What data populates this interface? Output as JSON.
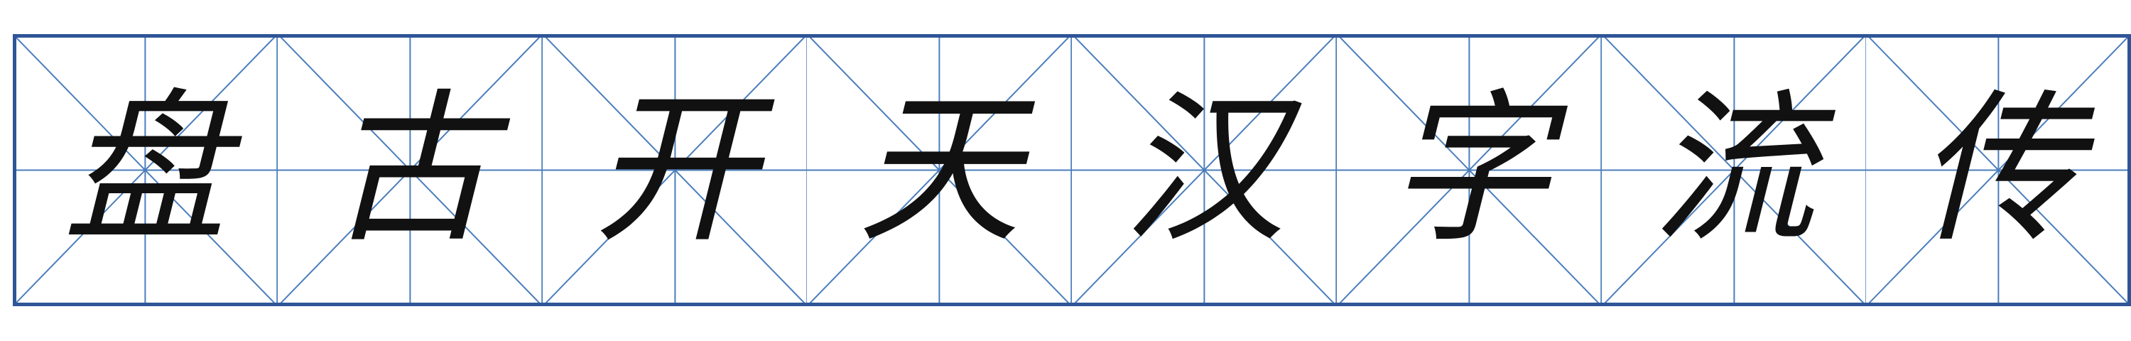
{
  "characters": [
    {
      "char": "盘"
    },
    {
      "char": "古"
    },
    {
      "char": "开"
    },
    {
      "char": "天"
    },
    {
      "char": "汉"
    },
    {
      "char": "字"
    },
    {
      "char": "流"
    },
    {
      "char": "传"
    }
  ],
  "colors": {
    "grid_line": "#4a7ebb",
    "frame": "#2f5597",
    "ink": "#111111",
    "background": "#ffffff"
  }
}
